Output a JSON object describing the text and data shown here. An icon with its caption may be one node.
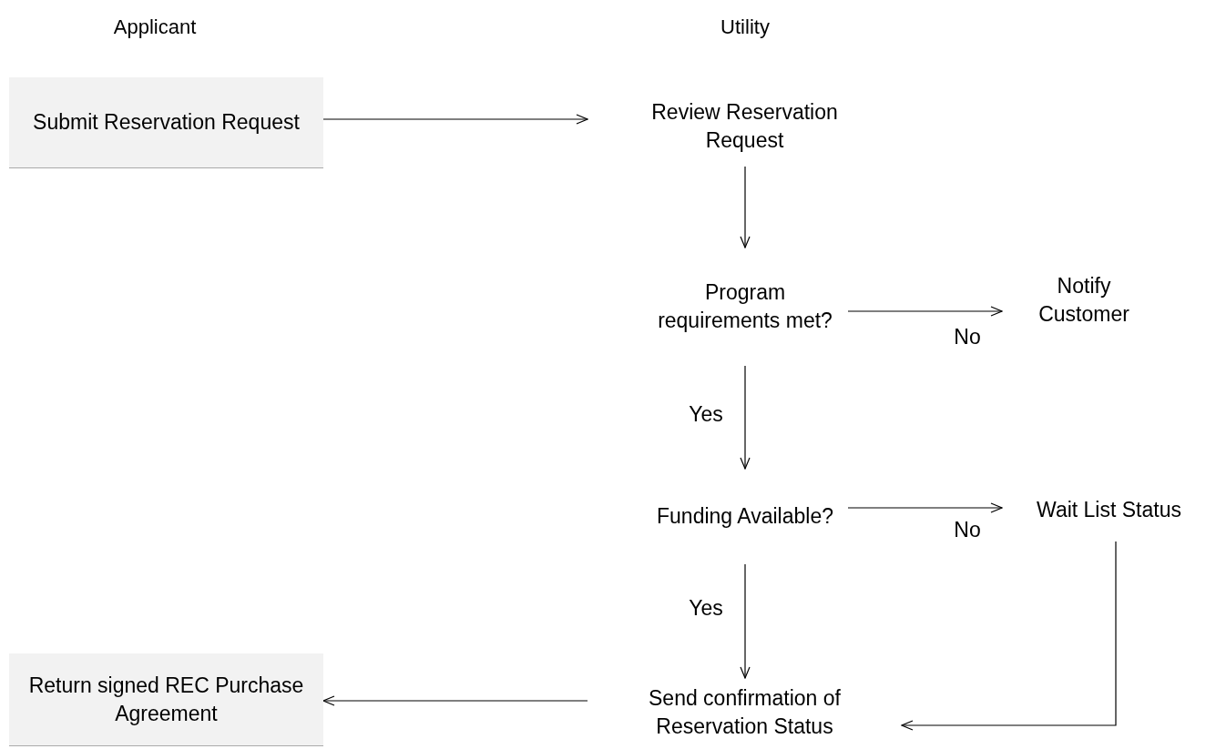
{
  "diagram": {
    "nodes": [
      {
        "text": [
          "Submit Reservation Request"
        ]
      },
      {
        "text": [
          "Review Reservation Request"
        ]
      },
      {
        "text": [
          "Program requirements met?"
        ]
      },
      {
        "text": [
          "Notify Customer"
        ]
      },
      {
        "text": [
          "Funding Available?"
        ]
      },
      {
        "text": [
          "Wait List Status"
        ]
      },
      {
        "text": [
          "Send confirmation of Reservation Status"
        ]
      },
      {
        "text": [
          "Return signed REC Purchase Agreement"
        ]
      }
    ],
    "edges": [
      {
        "from": 0,
        "to": 1,
        "arrow": "to"
      },
      {
        "from": 1,
        "to": 2,
        "arrow": "to"
      },
      {
        "from": 2,
        "to": 3,
        "arrow": "to",
        "label": "No"
      },
      {
        "from": 2,
        "to": 4,
        "arrow": "to",
        "label": "Yes"
      },
      {
        "from": 4,
        "to": 5,
        "arrow": "to",
        "label": "No"
      },
      {
        "from": 4,
        "to": 6,
        "arrow": "to",
        "label": "Yes"
      },
      {
        "from": 5,
        "to": 6,
        "arrow": "to"
      },
      {
        "from": 6,
        "to": 7,
        "arrow": "to"
      }
    ],
    "labels": [
      "Applicant",
      "Utility"
    ]
  }
}
